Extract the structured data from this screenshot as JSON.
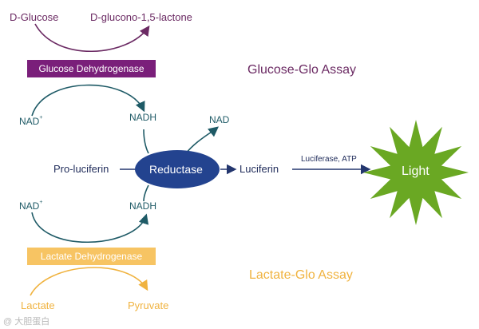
{
  "glucose": {
    "substrate": "D-Glucose",
    "product": "D-glucono-1,5-lactone",
    "enzyme": "Glucose Dehydrogenase",
    "assay": "Glucose-Glo Assay",
    "cofactor_in": "NAD",
    "cofactor_in_charge": "+",
    "cofactor_out": "NADH"
  },
  "reductase": {
    "label": "Reductase",
    "input": "Pro-luciferin",
    "output": "Luciferin",
    "cofactor_in": "NADH",
    "cofactor_out": "NAD"
  },
  "luciferase": {
    "label": "Luciferase, ATP",
    "result": "Light"
  },
  "lactate": {
    "cofactor_in": "NAD",
    "cofactor_in_charge": "+",
    "cofactor_out": "NADH",
    "enzyme": "Lactate Dehydrogenase",
    "assay": "Lactate-Glo Assay",
    "substrate": "Lactate",
    "product": "Pyruvate"
  },
  "watermark": "@ 大胆蛋白",
  "colors": {
    "glucose_text": "#6b2a63",
    "glucose_box": "#7a1f7a",
    "teal": "#1e5a66",
    "navy": "#23366e",
    "reductase_fill": "#23438f",
    "lactate_orange": "#f0b340",
    "light_green": "#6aa823"
  }
}
